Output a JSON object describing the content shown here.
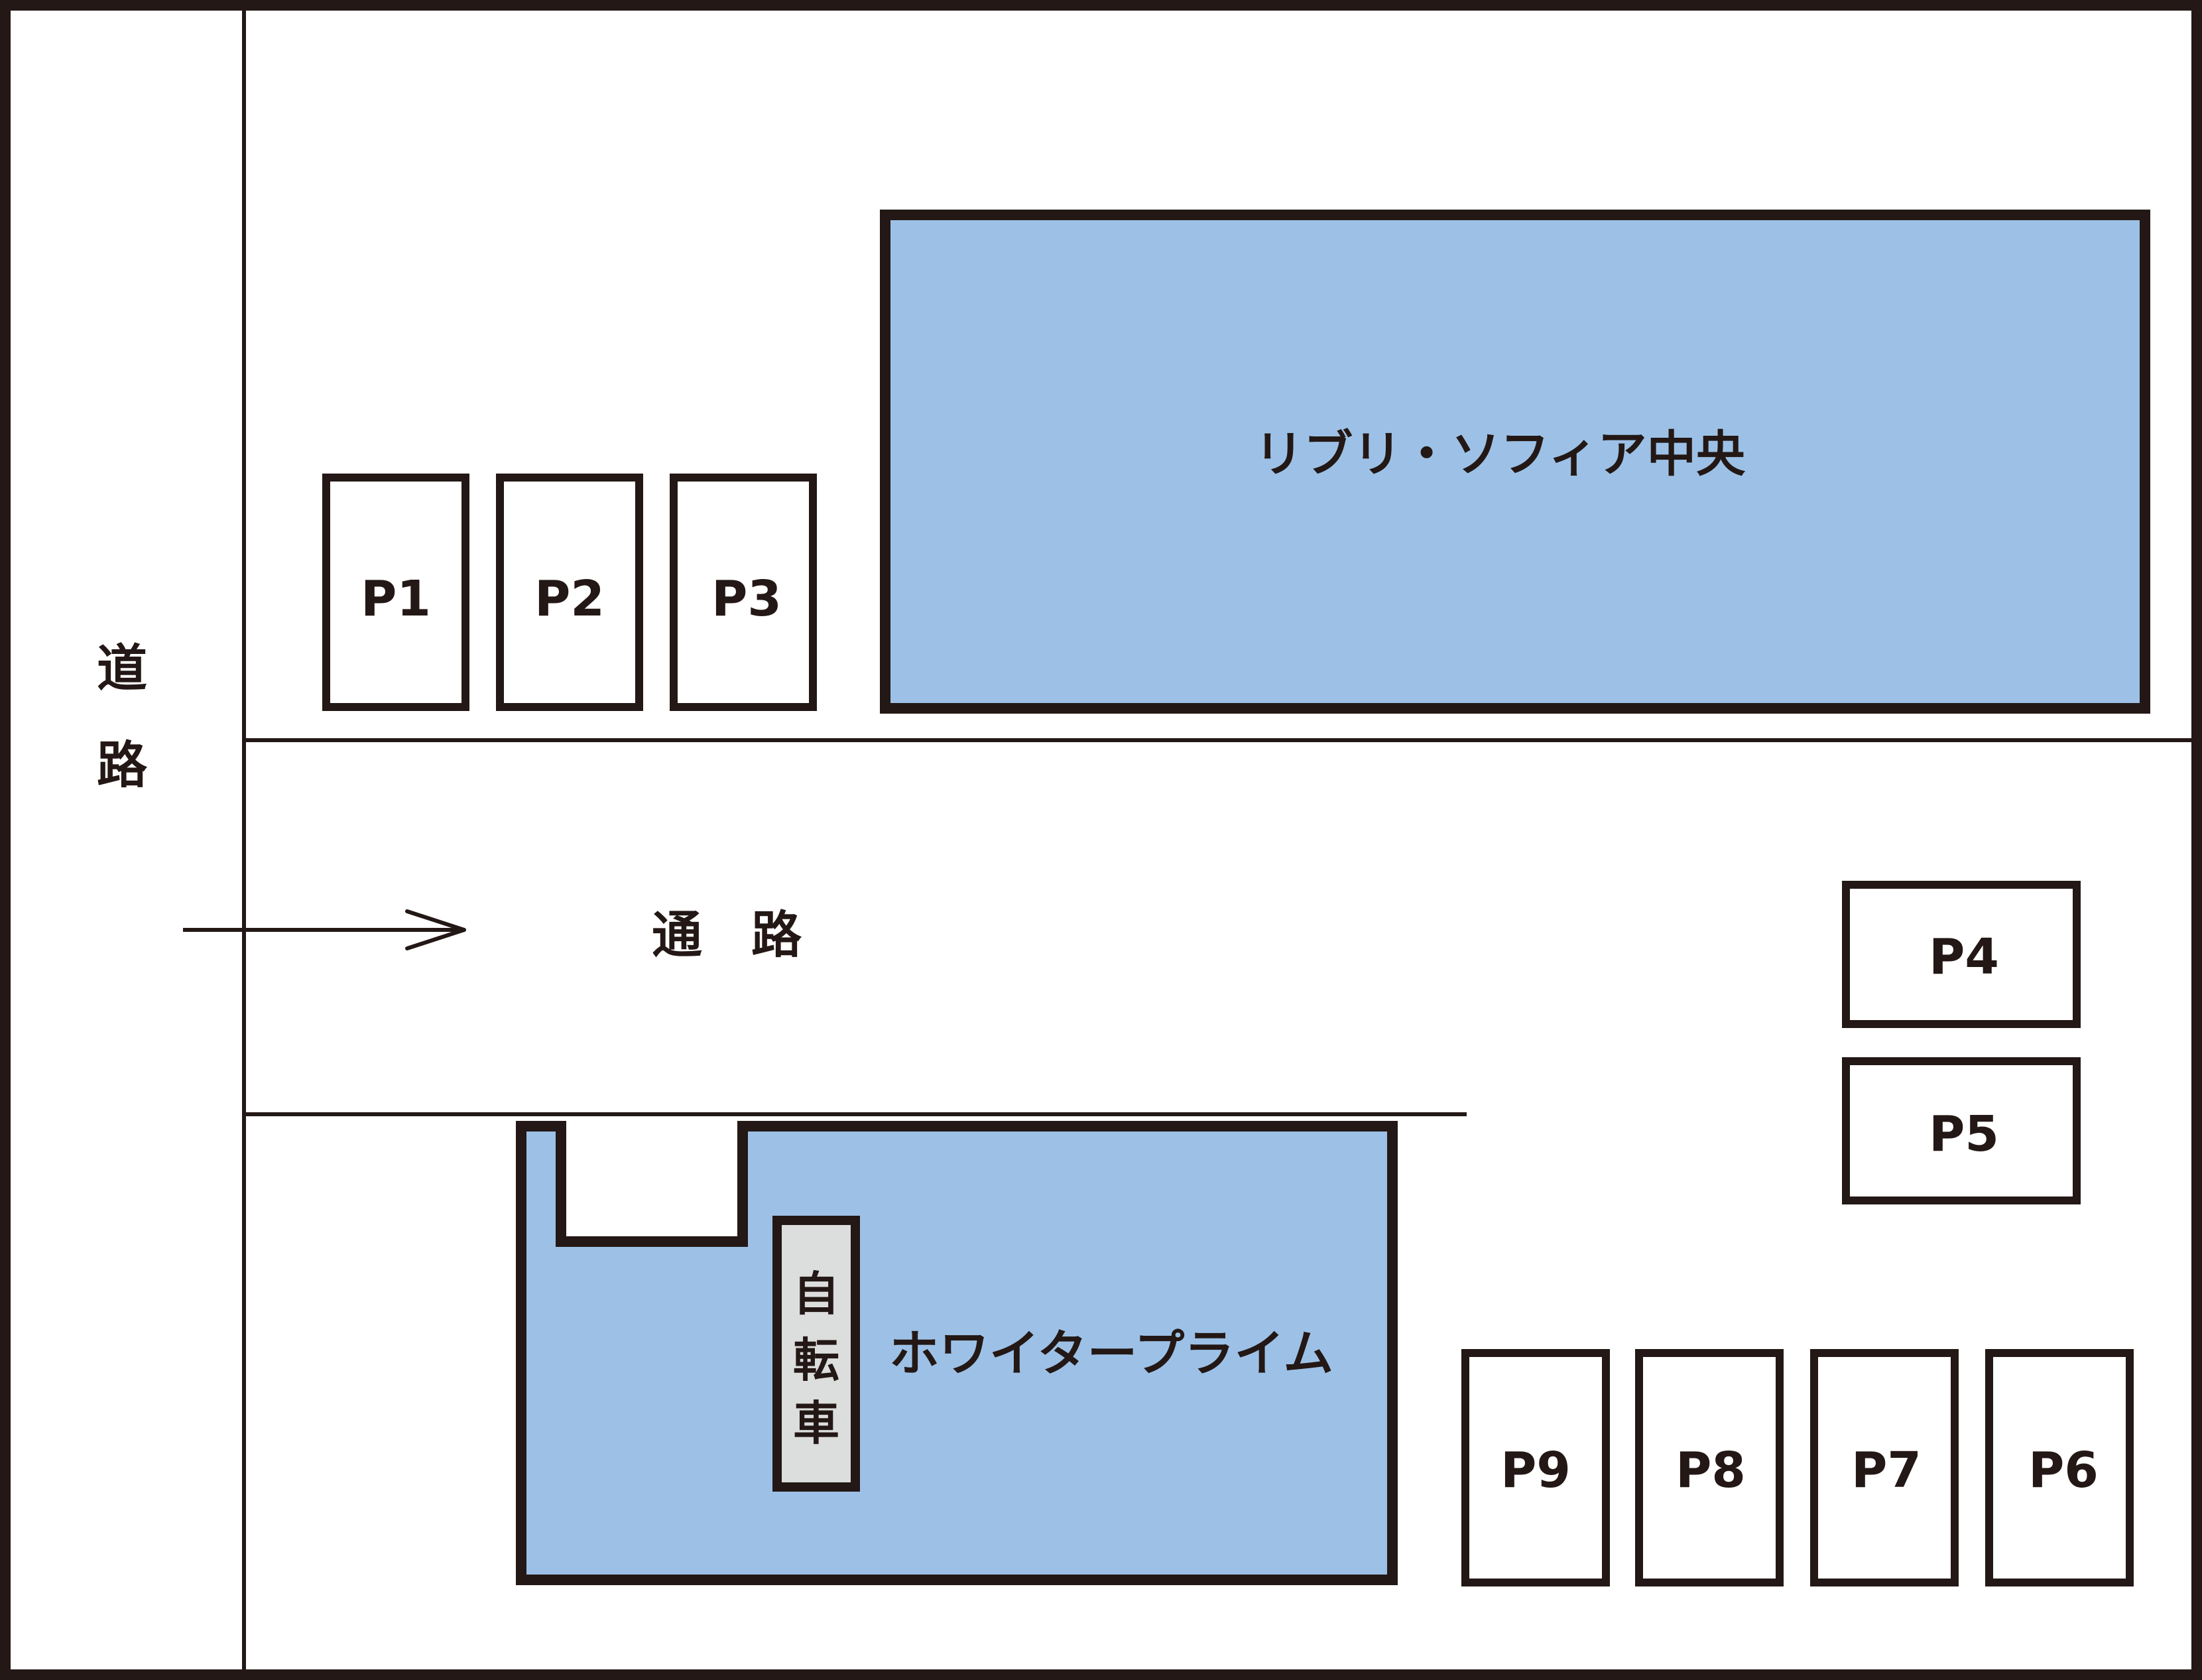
{
  "colors": {
    "line": "#231815",
    "building_fill": "#9dc1e6",
    "bicycle_fill": "#dcdddd",
    "background": "#ffffff"
  },
  "labels": {
    "road": [
      "道",
      "路"
    ],
    "passage": "通　路",
    "building_north": "リブリ・ソフィア中央",
    "building_south": "ホワイタープライム",
    "bicycle": [
      "自",
      "転",
      "車"
    ]
  },
  "parking": {
    "p1": "P1",
    "p2": "P2",
    "p3": "P3",
    "p4": "P4",
    "p5": "P5",
    "p6": "P6",
    "p7": "P7",
    "p8": "P8",
    "p9": "P9"
  },
  "icons": {
    "direction": "arrow-right-icon"
  }
}
